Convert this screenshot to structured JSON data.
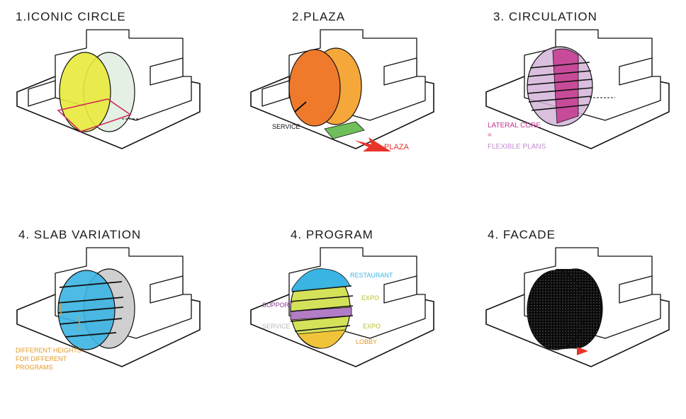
{
  "panels": [
    {
      "title": "1.ICONIC CIRCLE"
    },
    {
      "title": "2.PLAZA",
      "labels": {
        "service": "SERVICE",
        "plaza": "PLAZA"
      }
    },
    {
      "title": "3. CIRCULATION",
      "labels": {
        "core": "LATERAL CORE",
        "equals": "=",
        "plans": "FLEXIBLE PLANS"
      }
    },
    {
      "title": "4. SLAB VARIATION",
      "labels": {
        "heights1": "DIFFERENT HEIGHTS",
        "heights2": "FOR DIFFERENT",
        "heights3": "PROGRAMS"
      }
    },
    {
      "title": "4. PROGRAM",
      "labels": {
        "restaurant": "RESTAURANT",
        "expo1": "EXPO",
        "support": "SUPPORT",
        "expo2": "EXPO",
        "service": "SERVICE",
        "lobby": "LOBBY"
      }
    },
    {
      "title": "4. FACADE"
    }
  ],
  "colors": {
    "yellow": "#e8ea3a",
    "mint": "#e4f0e4",
    "orange": "#f07a2c",
    "orange_light": "#f6a73a",
    "green": "#6fbf5a",
    "red": "#e8342a",
    "pink": "#c4368e",
    "lilac": "#d3b5d8",
    "blue": "#3ab4e2",
    "lime": "#d4e25a",
    "violet": "#b27cc6",
    "gold": "#f0c43a",
    "label_orange": "#e39a22",
    "label_purple": "#8a3d95",
    "label_cyan": "#3ab4e2",
    "label_lime": "#b7c22a"
  }
}
